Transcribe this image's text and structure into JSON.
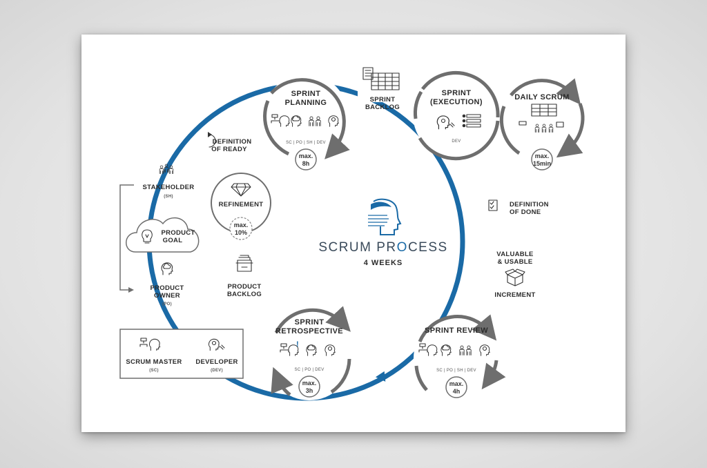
{
  "title": {
    "main": "SCRUM PR",
    "accent": "O",
    "rest": "CESS",
    "subtitle": "4 WEEKS"
  },
  "colors": {
    "primary": "#1a6aa6",
    "ring_gray": "#6e6e6e",
    "text": "#2b2b2b"
  },
  "events": {
    "planning": {
      "line1": "SPRINT",
      "line2": "PLANNING",
      "roles": "SC | PO | SH | DEV",
      "badge1": "max.",
      "badge2": "8h",
      "icon": "team-icons"
    },
    "execution": {
      "line1": "SPRINT",
      "line2": "(EXECUTION)",
      "roles": "DEV",
      "icon": "developer-icon"
    },
    "daily": {
      "line1": "DAILY SCRUM",
      "badge1": "max.",
      "badge2": "15min",
      "icon": "board-team-icon"
    },
    "review": {
      "line1": "SPRINT REVIEW",
      "roles": "SC | PO | SH | DEV",
      "badge1": "max.",
      "badge2": "4h",
      "icon": "team-icons"
    },
    "retro": {
      "line1": "SPRINT",
      "line2": "RETROSPECTIVE",
      "roles": "SC | PO | DEV",
      "badge1": "max.",
      "badge2": "3h",
      "icon": "team-icons"
    },
    "refinement": {
      "line1": "REFINEMENT",
      "badge1": "max.",
      "badge2": "10%",
      "icon": "diamond-icon"
    }
  },
  "artifacts": {
    "sprint_backlog": {
      "line1": "SPRINT",
      "line2": "BACKLOG",
      "icon": "clipboard-board-icon"
    },
    "product_backlog": {
      "line1": "PRODUCT",
      "line2": "BACKLOG",
      "icon": "filebox-icon"
    },
    "dor": {
      "line1": "DEFINITION",
      "line2": "OF READY",
      "icon": "circular-arrow-icon"
    },
    "dod": {
      "line1": "DEFINITION",
      "line2": "OF DONE",
      "icon": "checklist-icon"
    },
    "valuable": {
      "line1": "VALUABLE",
      "line2": "& USABLE"
    },
    "increment": {
      "label": "INCREMENT",
      "icon": "box-icon"
    }
  },
  "left": {
    "stakeholder": {
      "line1": "STAKEHOLDER",
      "line2": "(SH)",
      "icon": "people-group-icon"
    },
    "goal": {
      "line1": "PRODUCT",
      "line2": "GOAL",
      "icon": "lightbulb-icon"
    },
    "owner": {
      "line1": "PRODUCT",
      "line2": "OWNER",
      "line3": "(PO)",
      "icon": "head-cloud-icon"
    }
  },
  "legend": {
    "sm": {
      "line1": "SCRUM MASTER",
      "line2": "(SC)",
      "icon": "flowchart-head-icon"
    },
    "dev": {
      "line1": "DEVELOPER",
      "line2": "(DEV)",
      "icon": "gear-head-icon"
    }
  }
}
